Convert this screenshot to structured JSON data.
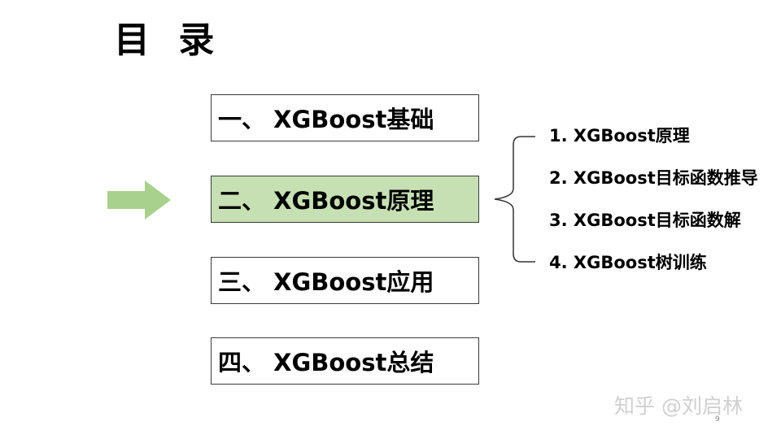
{
  "title": "目 录",
  "sections": [
    {
      "label": "一、 XGBoost基础",
      "active": false
    },
    {
      "label": "二、 XGBoost原理",
      "active": true
    },
    {
      "label": "三、 XGBoost应用",
      "active": false
    },
    {
      "label": "四、 XGBoost总结",
      "active": false
    }
  ],
  "subsections": [
    "1. XGBoost原理",
    "2. XGBoost目标函数推导",
    "3. XGBoost目标函数解",
    "4. XGBoost树训练"
  ],
  "page_number": "9",
  "watermark": "知乎 @刘启林",
  "colors": {
    "active_fill": "#c6e0b4",
    "arrow": "#a9d18e",
    "border": "#3a3a3a"
  },
  "icons": {
    "arrow": "arrow-right-icon",
    "brace": "left-brace-icon"
  }
}
